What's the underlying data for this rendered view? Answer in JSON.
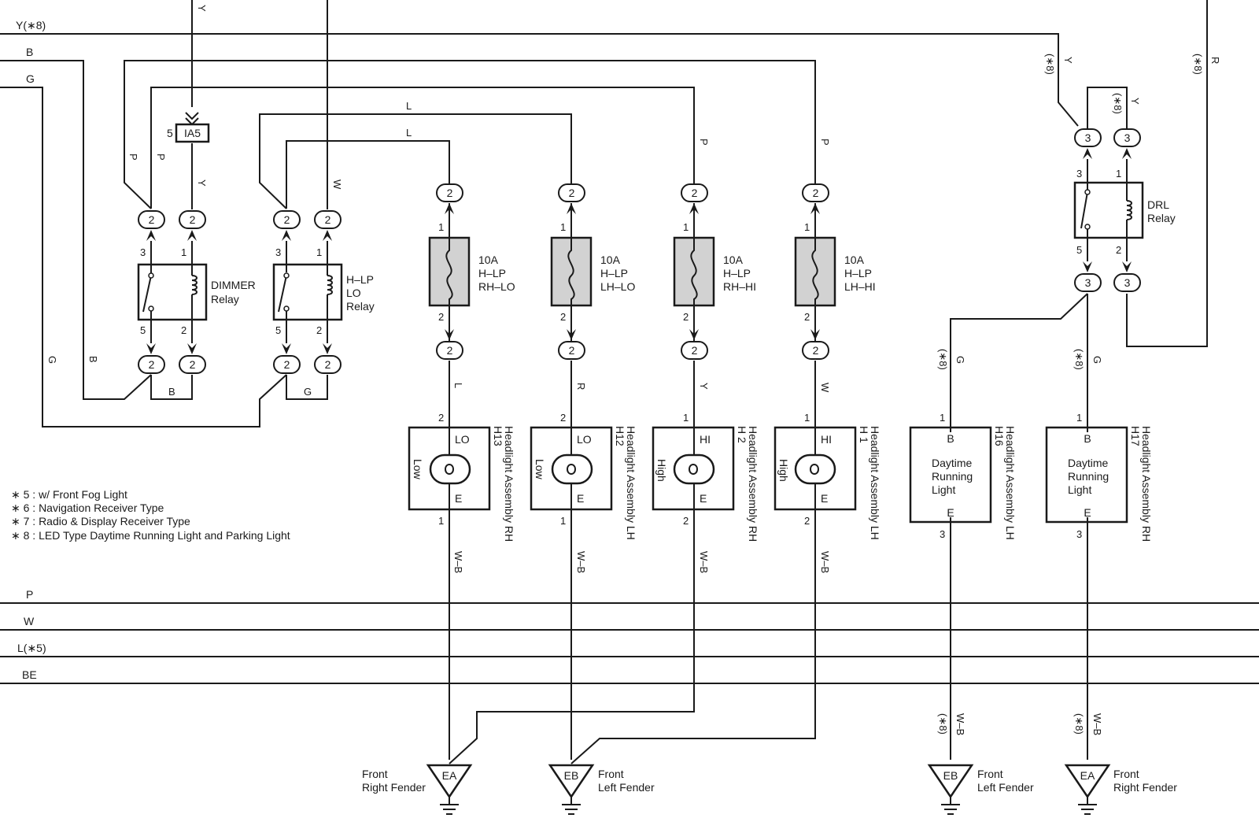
{
  "bus_top": [
    "Y(∗8)",
    "B",
    "G"
  ],
  "bus_bottom": [
    "P",
    "W",
    "L(∗5)",
    "BE"
  ],
  "ia5": {
    "label": "IA5",
    "pin": "5"
  },
  "relays": {
    "dimmer": [
      "DIMMER",
      "Relay"
    ],
    "hlp_lo": [
      "H–LP",
      "LO",
      "Relay"
    ],
    "drl": [
      "DRL",
      "Relay"
    ]
  },
  "fuses": [
    {
      "amp": "10A",
      "name": "H–LP",
      "side": "RH–LO"
    },
    {
      "amp": "10A",
      "name": "H–LP",
      "side": "LH–LO"
    },
    {
      "amp": "10A",
      "name": "H–LP",
      "side": "RH–HI"
    },
    {
      "amp": "10A",
      "name": "H–LP",
      "side": "LH–HI"
    }
  ],
  "headlights": [
    {
      "code": "H13",
      "name": "Headlight Assembly RH",
      "mode": "LO",
      "beam": "Low"
    },
    {
      "code": "H12",
      "name": "Headlight Assembly LH",
      "mode": "LO",
      "beam": "Low"
    },
    {
      "code": "H 2",
      "name": "Headlight Assembly RH",
      "mode": "HI",
      "beam": "High"
    },
    {
      "code": "H 1",
      "name": "Headlight Assembly LH",
      "mode": "HI",
      "beam": "High"
    }
  ],
  "drls": [
    {
      "code": "H16",
      "name": "Headlight Assembly LH",
      "body": [
        "Daytime",
        "Running",
        "Light"
      ],
      "top": "B",
      "bottom": "E"
    },
    {
      "code": "H17",
      "name": "Headlight Assembly RH",
      "body": [
        "Daytime",
        "Running",
        "Light"
      ],
      "top": "B",
      "bottom": "E"
    }
  ],
  "grounds": [
    {
      "code": "EA",
      "label": [
        "Front",
        "Right Fender"
      ]
    },
    {
      "code": "EB",
      "label": [
        "Front",
        "Left Fender"
      ]
    },
    {
      "code": "EB",
      "label": [
        "Front",
        "Left Fender"
      ]
    },
    {
      "code": "EA",
      "label": [
        "Front",
        "Right Fender"
      ]
    }
  ],
  "notes": [
    "∗ 5 : w/ Front Fog Light",
    "∗ 6 : Navigation Receiver Type",
    "∗ 7 : Radio & Display Receiver Type",
    "∗ 8 : LED Type Daytime Running Light and Parking Light"
  ],
  "wire_colors": {
    "y_top": "Y",
    "p1": "P",
    "p2": "P",
    "y_ia5": "Y",
    "w_relay": "W",
    "l1": "L",
    "l2": "L",
    "p_hi1": "P",
    "p_hi2": "P",
    "g_left": "G",
    "b_left": "B",
    "b_mid": "B",
    "g_mid": "G",
    "lo_rh": "L",
    "lo_lh": "R",
    "hi_rh": "Y",
    "hi_lh": "W",
    "wb1": "W–B",
    "wb2": "W–B",
    "wb3": "W–B",
    "wb4": "W–B",
    "drl_y1": "Y",
    "drl_y2": "Y",
    "drl_r": "R",
    "drl_g1": "G",
    "drl_g2": "G",
    "drl_wb1": "W–B",
    "drl_wb2": "W–B",
    "n8_1": "(∗8)",
    "n8_2": "(∗8)",
    "n8_3": "(∗8)",
    "n8_4": "(∗8)",
    "n8_5": "(∗8)",
    "n8_6": "(∗8)",
    "n8_7": "(∗8)"
  },
  "pins": {
    "dim_in1": "2",
    "dim_in2": "2",
    "dim_out1": "2",
    "dim_out2": "2",
    "dim_sw_top": "3",
    "dim_coil_top": "1",
    "dim_sw_bot": "5",
    "dim_coil_bot": "2",
    "lo_in1": "2",
    "lo_in2": "2",
    "lo_out1": "2",
    "lo_out2": "2",
    "lo_sw_top": "3",
    "lo_coil_top": "1",
    "lo_sw_bot": "5",
    "lo_coil_bot": "2",
    "f1_top": "2",
    "f2_top": "2",
    "f3_top": "2",
    "f4_top": "2",
    "f1_bot": "2",
    "f2_bot": "2",
    "f3_bot": "2",
    "f4_bot": "2",
    "f1_p1": "1",
    "f2_p1": "1",
    "f3_p1": "1",
    "f4_p1": "1",
    "f1_p2": "2",
    "f2_p2": "2",
    "f3_p2": "2",
    "f4_p2": "2",
    "h13_in": "2",
    "h12_in": "2",
    "h2_in": "1",
    "h1_in": "1",
    "h13_out": "1",
    "h12_out": "1",
    "h2_out": "2",
    "h1_out": "2",
    "drl_in1": "3",
    "drl_in2": "3",
    "drl_out1": "3",
    "drl_out2": "3",
    "drl_sw_top": "3",
    "drl_coil_top": "1",
    "drl_sw_bot": "5",
    "drl_coil_bot": "2",
    "h16_in": "1",
    "h17_in": "1",
    "h16_out": "3",
    "h17_out": "3"
  }
}
